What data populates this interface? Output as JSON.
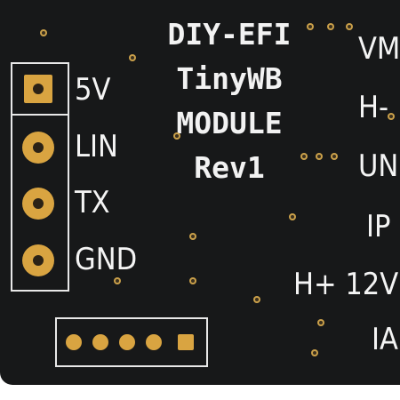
{
  "board_title": [
    "DIY-EFI",
    "TinyWB",
    "MODULE",
    "Rev1"
  ],
  "left_labels": [
    "5V",
    "LIN",
    "TX",
    "GND"
  ],
  "right_labels": [
    "VM",
    "H-",
    "UN",
    "IP",
    "H+ 12V",
    "IA"
  ],
  "colors": {
    "board": "#171819",
    "silkscreen": "#f2f2f2",
    "copper_pad": "#d9a441"
  }
}
